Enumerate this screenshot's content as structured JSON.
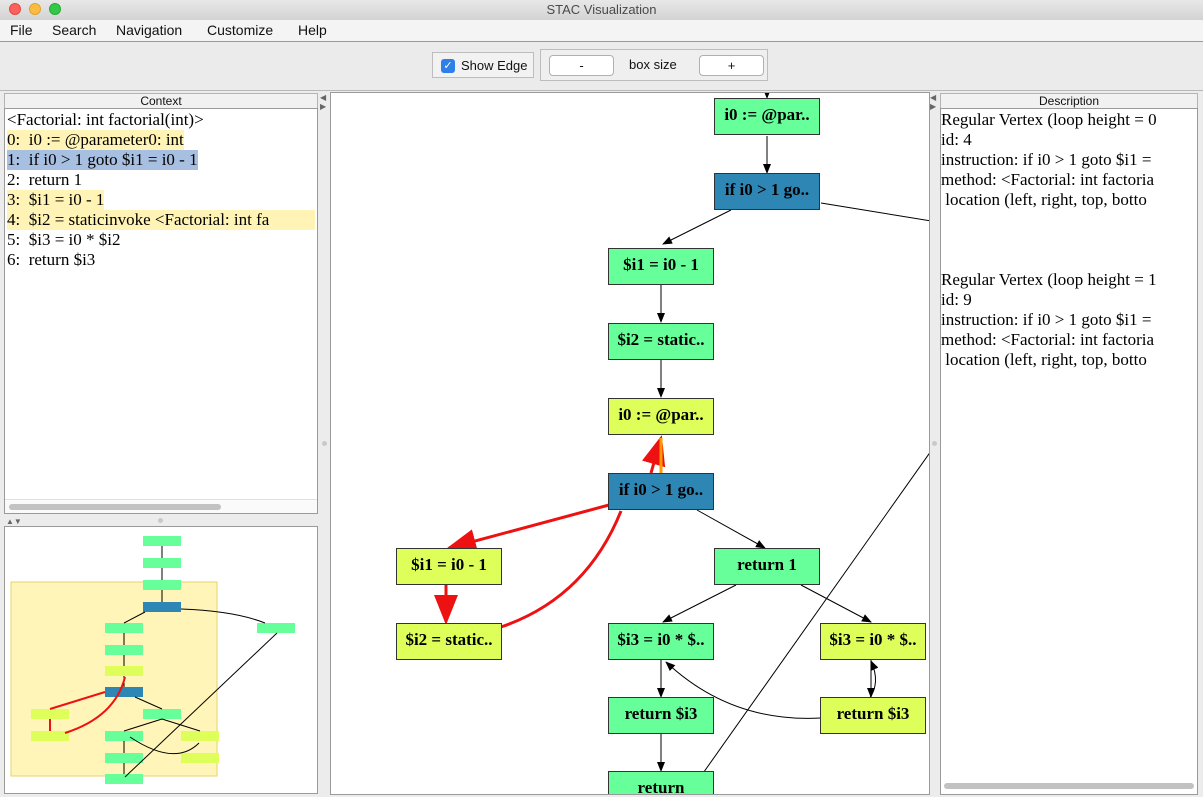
{
  "window": {
    "title": "STAC Visualization"
  },
  "menu": [
    "File",
    "Search",
    "Navigation",
    "Customize",
    "Help"
  ],
  "toolbar": {
    "show_edge_label": "Show Edge",
    "show_edge_checked": true,
    "minus_label": "-",
    "box_size_label": "box size",
    "plus_label": "+"
  },
  "context": {
    "header": "Context",
    "lines": [
      {
        "text": "<Factorial: int factorial(int)>",
        "hl": ""
      },
      {
        "text": "0:  i0 := @parameter0: int",
        "hl": "yellow"
      },
      {
        "text": "1:  if i0 > 1 goto $i1 = i0 - 1",
        "hl": "blue"
      },
      {
        "text": "2:  return 1",
        "hl": ""
      },
      {
        "text": "3:  $i1 = i0 - 1",
        "hl": "yellow"
      },
      {
        "text": "4:  $i2 = staticinvoke <Factorial: int fa",
        "hl": "yellow"
      },
      {
        "text": "5:  $i3 = i0 * $i2",
        "hl": ""
      },
      {
        "text": "6:  return $i3",
        "hl": ""
      }
    ]
  },
  "description": {
    "header": "Description",
    "lines": [
      "Regular Vertex (loop height = 0",
      "id: 4",
      "instruction: if i0 > 1 goto $i1 =",
      "method: <Factorial: int factoria",
      " location (left, right, top, botto",
      "",
      "",
      "Regular Vertex (loop height = 1",
      "id: 9",
      "instruction: if i0 > 1 goto $i1 =",
      "method: <Factorial: int factoria",
      " location (left, right, top, botto"
    ]
  },
  "graph": {
    "nodes": [
      {
        "id": "a",
        "label": "i0 := @par..",
        "color": "green"
      },
      {
        "id": "b",
        "label": "if i0 > 1 go..",
        "color": "blue"
      },
      {
        "id": "c",
        "label": "$i1 = i0 - 1",
        "color": "green"
      },
      {
        "id": "d",
        "label": "$i2 = static..",
        "color": "green"
      },
      {
        "id": "e",
        "label": "i0 := @par..",
        "color": "yellow"
      },
      {
        "id": "f",
        "label": "if i0 > 1 go..",
        "color": "blue"
      },
      {
        "id": "g",
        "label": "$i1 = i0 - 1",
        "color": "yellow"
      },
      {
        "id": "h",
        "label": "return 1",
        "color": "green"
      },
      {
        "id": "i",
        "label": "$i2 = static..",
        "color": "yellow"
      },
      {
        "id": "j",
        "label": "$i3 = i0 * $..",
        "color": "green"
      },
      {
        "id": "k",
        "label": "$i3 = i0 * $..",
        "color": "yellow"
      },
      {
        "id": "l",
        "label": "return $i3",
        "color": "green"
      },
      {
        "id": "m",
        "label": "return $i3",
        "color": "yellow"
      },
      {
        "id": "n",
        "label": "return",
        "color": "green"
      }
    ]
  },
  "colors": {
    "node_green": "#66ff99",
    "node_yellow": "#deff5a",
    "node_blue": "#2e86b5",
    "highlight_yellow": "#fff3b5",
    "highlight_blue": "#a7bfe0",
    "edge_red": "#ee1111",
    "minimap_bg": "#fff5b8"
  }
}
